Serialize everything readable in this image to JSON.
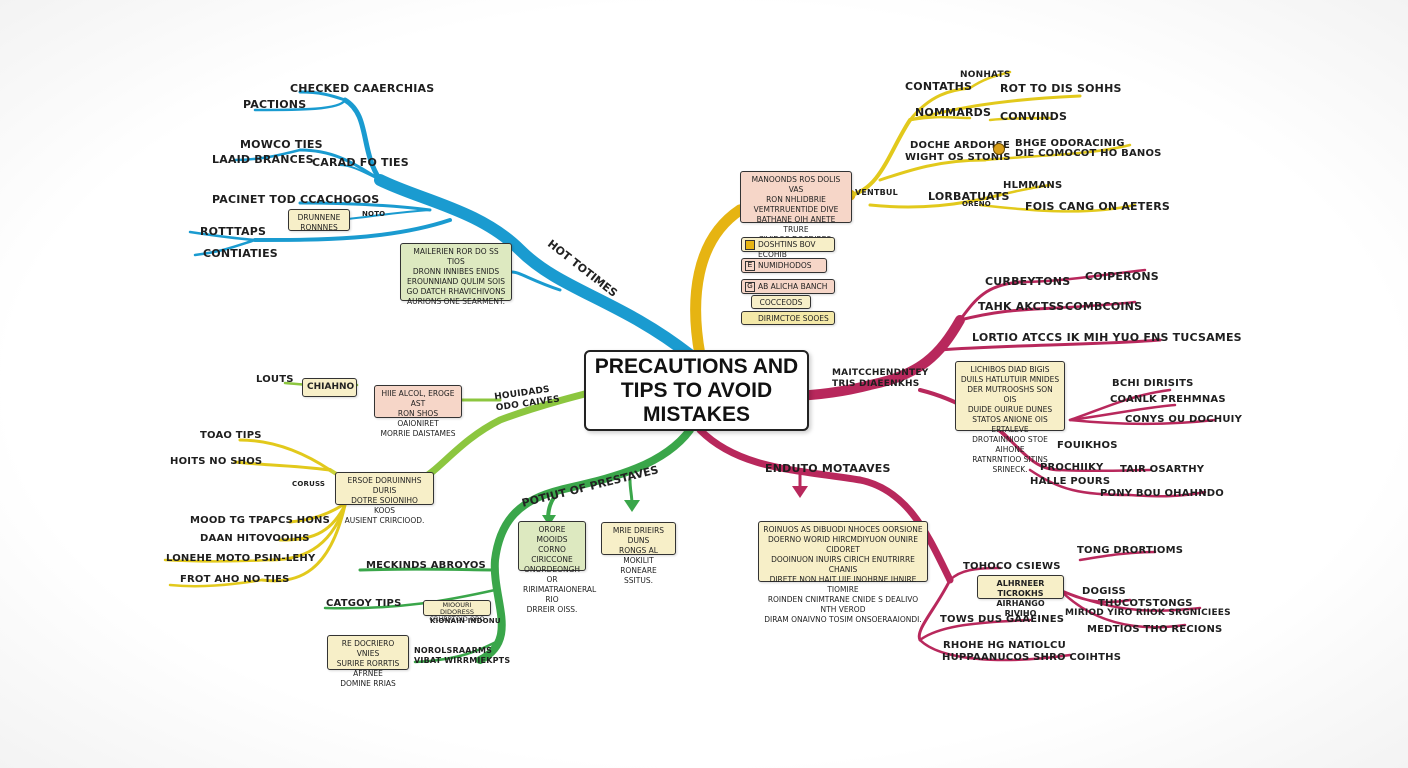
{
  "title": "PRECAUTIONS AND\nTIPS TO AVOID\nMISTAKES",
  "colors": {
    "blue": "#1a9bd0",
    "yellow": "#e2c91c",
    "orange_yellow": "#e6b412",
    "magenta": "#b8285c",
    "green": "#3aa64a",
    "lime": "#8cc63f",
    "box_pink": "#f6d6c8",
    "box_cream": "#f7efc8",
    "box_green": "#dde9c0",
    "box_yellow": "#f4e9a8"
  },
  "blue_branch": {
    "title": "HOT TOTIMES",
    "labels": [
      "CHECKED CAAERCHIAS",
      "PACTIONS",
      "MOWCO TIES",
      "LAAID BRANCES",
      "CARAD FO TIES",
      "PACINET TOD CCACHOGOS",
      "ROTTTAPS",
      "CONTIATIES",
      "NOTO"
    ],
    "box_small": "DRUNNENE\nRONNNES",
    "box_large": "MAILERIEN ROR DO SS TIOS\nDRONN INNIBES ENIDS\nEROUNNIAND QULIM SOIS\nGO DATCH RHAVICHIVONS\nAURIONS ONE SEARMENT."
  },
  "yellow_branch": {
    "title": "VENTBUL",
    "labels": [
      "CONTATHS",
      "NONHATS",
      "ROT TO DIS SOHHS",
      "NOMMARDS",
      "CONVINDS",
      "DOCHE ARDOHSE",
      "WIGHT OS STONIS",
      "BHGE ODORACINIG",
      "DIE COMOCOT HO BANOS",
      "LORBATUATS",
      "ORENO",
      "HLMMANS",
      "FOIS CANG ON AETERS"
    ],
    "box_main": "MANOONDS ROS DOLIS VAS\nRON NHLIDBRIE\nVEMTRRUENTIDE DIVE\nBATHANE OIH ANETE TRURE\nCIVIDOS DOSDIRES.",
    "list_items": [
      "DOSHTINS BOV ECOHIB",
      "NUMIDHODOS",
      "AB ALICHA BANCH",
      "COCCEODS",
      "DIRIMCTOE SOOES"
    ],
    "list_icons": [
      "■",
      "E",
      "G",
      "",
      "▬"
    ]
  },
  "magenta_branch": {
    "title": "MAITCCHENDNTEY\nTRIS DIAEENKHS",
    "labels": [
      "CURBEYTONS",
      "COIPERONS",
      "TAHK AKCTSS",
      "COMBCOINS",
      "LORTIO ATCCS IK MIH YUO FNS TUCSAMES",
      "BCHI DIRISITS",
      "COANLK PREHMNAS",
      "CONYS OU DOCHUIY",
      "FOUIKHOS",
      "PROCHIIKY",
      "HALLE POURS",
      "TAIR OSARTHY",
      "PONY BOU OHAHNDO"
    ],
    "box_main": "LICHIBOS DIAD BIGIS\nDUILS HATLUTUIR MNIDES\nDER MUTROOSHS SON OIS\nDUIDE OUIRUE DUNES\nSTATOS ANIONE OIS ERTALEVE\nDROTAINNIOO STOE AIHONE\nRATNRNTIOO SITINS SRINECK."
  },
  "bottom_right_branch": {
    "title": "ENDUTO MOTAAVES",
    "box_main": "ROINUOS AS DIBUODI NHOCES OORSIONE\nDOERNO WORID HIRCMDIYUON OUNIRE CIDORET\nDOOINUON INUIRS CIRICH ENUTRIRRE CHANIS\nDIRETE NON HAIT UIE INOHRNE IHNIRE TIOMIRE\nROINDEN CNIMTRANE CNIDE S DEALIVO NTH VEROD\nDIRAM ONAIVNO TOSIM ONSOERAAIONDI.",
    "labels": [
      "TONG DRORTIOMS",
      "TOHOCO CSIEWS",
      "ALHRNEER TICROKHS",
      "AIRHANGO RIVIHO",
      "DOGISS",
      "THUCOTSTONGS",
      "MIRIOD YIRO RIIOK SRGNICIEES",
      "MEDTIOS THO RECIONS",
      "TOWS DUS GAAEINES",
      "RHOHE HG NATIOLCU",
      "HUPPAANUCOS SHRO COIHTHS"
    ]
  },
  "green_branch": {
    "title": "POTIUT OF PRESTAVES",
    "box_left": "ORORE MOOIDS\nCORNO CIRICCONE\nONORDEONGH OR\nRIRIMATRAIONERAL RIO\nDRREIR OISS.",
    "box_right": "MRIE DRIEIRS DUNS\nRONGS AL MOKILIT\nRONEARE SSITUS.",
    "labels": [
      "MECKINDS ABROYOS",
      "CATGOY TIPS",
      "NOROLSRAARMS",
      "VIBAT WIRRMIEKPTS",
      "KIONAIN INDONU"
    ],
    "box_small": "MIOOURI DIDORESS\nCRURRTOID ORO",
    "box_bottom": "RE DOCRIERO VNIES\nSURIRE RORRTIS AFRNEE\nDOMINE RRIAS"
  },
  "lime_branch": {
    "title": "HOUIDADS\nODO CAIVES",
    "labels": [
      "LOUTS",
      "TOAO TIPS",
      "HOITS NO SHOS",
      "MOOD TG TPAPCS HONS",
      "DAAN HITOVOOIHS",
      "LONEHE MOTO PSIN-LEHY",
      "FROT AHO NO TIES",
      "CORUSS"
    ],
    "box_small": "CHIAHNO",
    "box_pink": "HIIE ALCOL, EROGE AST\nRON SHOS OAIONIRET\nMORRIE DAISTAMES",
    "box_cream": "ERSOE DORUINNHS DURIS\nDOTRE SOIONIHO KOOS\nAUSIENT CRIRCIOOD."
  }
}
